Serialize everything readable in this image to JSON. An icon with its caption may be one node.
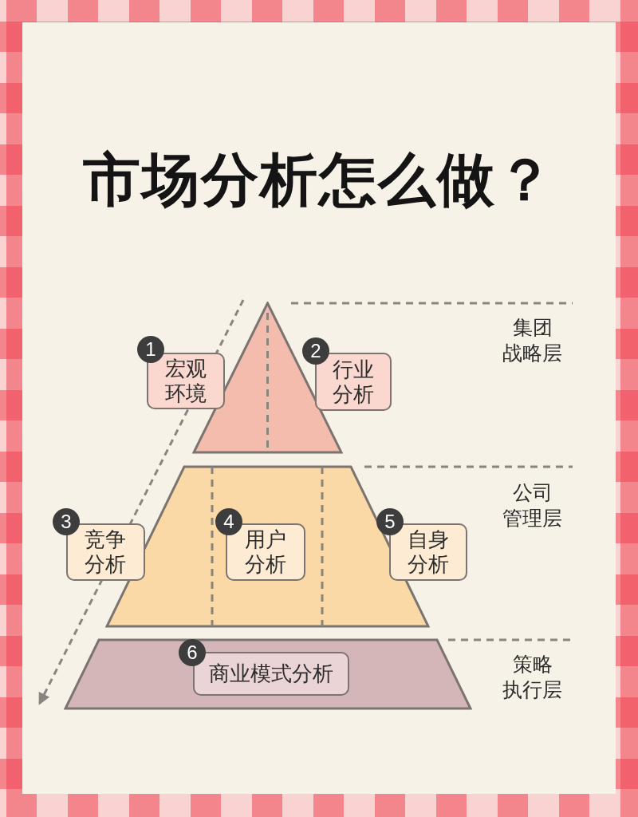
{
  "diagram": {
    "title": "市场分析怎么做？",
    "nodes": [
      {
        "text": [],
        "shape": "triangle"
      },
      {
        "text": [
          "1",
          "宏观环境"
        ]
      },
      {
        "text": [
          "2",
          "行业分析"
        ]
      },
      {
        "text": [],
        "shape": "trapezoid"
      },
      {
        "text": [
          "3",
          "竞争分析"
        ]
      },
      {
        "text": [
          "4",
          "用户分析"
        ],
        "in": 3
      },
      {
        "text": [
          "5",
          "自身分析"
        ]
      },
      {
        "text": [],
        "shape": "trapezoid"
      },
      {
        "text": [
          "6",
          "商业模式分析"
        ],
        "in": 7
      }
    ],
    "labels": [
      "集团战略层",
      "公司管理层",
      "策略执行层"
    ]
  }
}
